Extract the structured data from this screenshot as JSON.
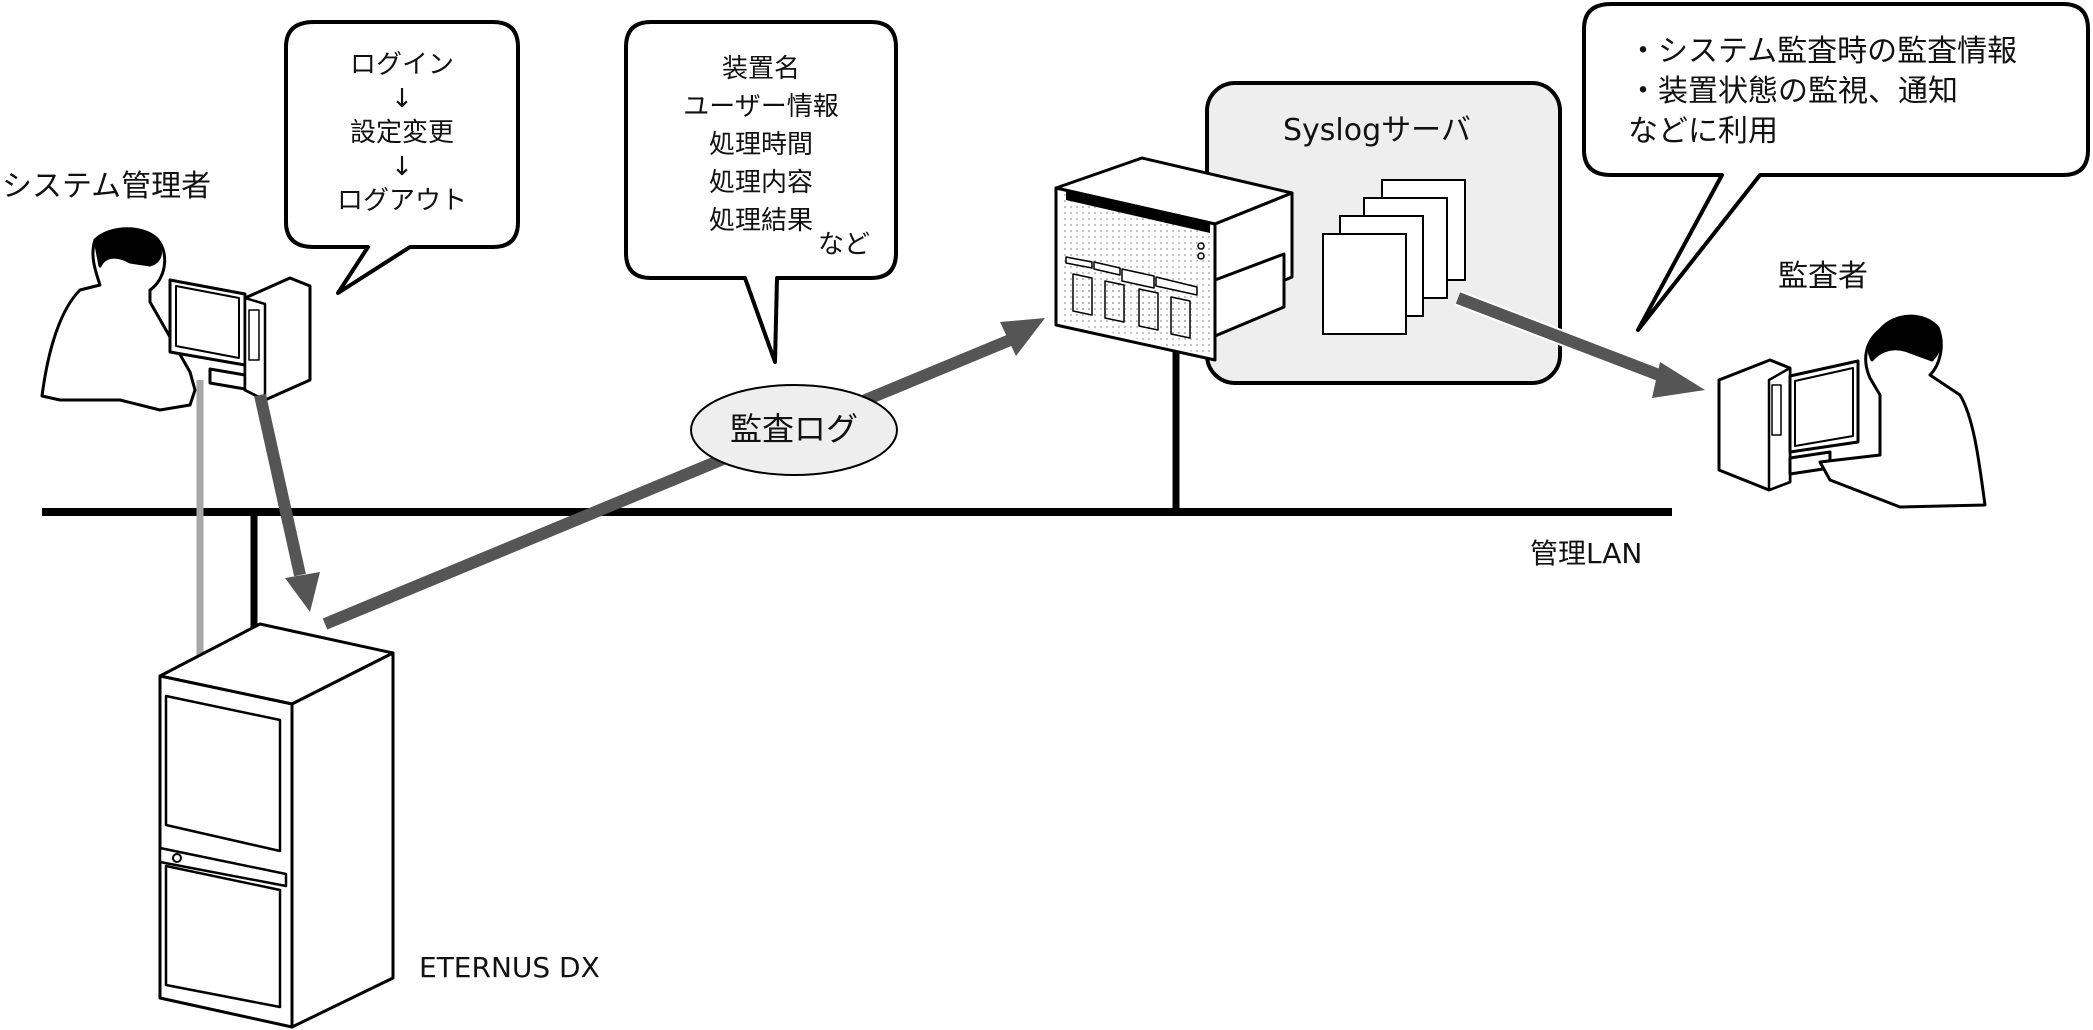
{
  "diagram": {
    "title": "Audit log flow via Syslog server",
    "colors": {
      "line": "#000000",
      "arrow": "#555555",
      "cable_gray": "#a6a6a6",
      "syslog_box_fill": "#eeeeee",
      "ellipse_fill": "#eeeeee",
      "bubble_fill": "#ffffff"
    },
    "actors": {
      "admin": {
        "label": "システム管理者",
        "icon": "person-at-computer-icon"
      },
      "auditor": {
        "label": "監査者",
        "icon": "person-at-computer-icon"
      }
    },
    "devices": {
      "storage": {
        "label": "ETERNUS DX",
        "icon": "storage-cabinet-icon"
      },
      "server": {
        "icon": "rack-server-icon"
      },
      "syslog": {
        "label": "Syslogサーバ",
        "icon": "log-files-stack-icon"
      }
    },
    "network": {
      "label": "管理LAN"
    },
    "audit_log": {
      "label": "監査ログ"
    },
    "bubbles": {
      "admin_ops": {
        "lines": [
          "ログイン",
          "↓",
          "設定変更",
          "↓",
          "ログアウト"
        ]
      },
      "log_contents": {
        "lines": [
          "装置名",
          "ユーザー情報",
          "処理時間",
          "処理内容",
          "処理結果"
        ],
        "suffix": "など"
      },
      "usage": {
        "lines": [
          "・システム監査時の監査情報",
          "・装置状態の監視、通知",
          "などに利用"
        ]
      }
    },
    "flows": [
      {
        "from": "admin",
        "to": "storage",
        "meaning": "operations"
      },
      {
        "from": "storage",
        "to": "server",
        "meaning": "audit log"
      },
      {
        "from": "syslog",
        "to": "auditor",
        "meaning": "usage"
      }
    ]
  }
}
